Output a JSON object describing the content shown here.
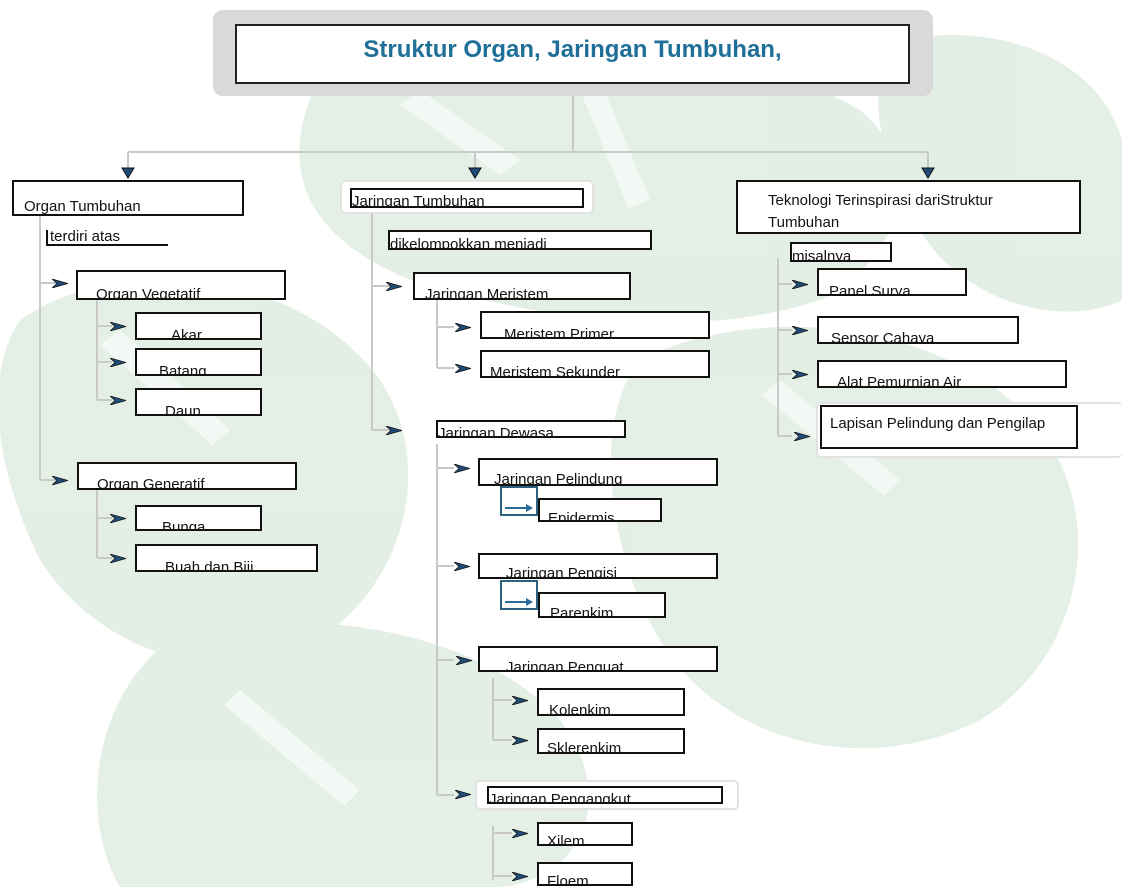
{
  "title": "Struktur Organ, Jaringan Tumbuhan,",
  "colors": {
    "title": "#1f6f98",
    "arrow_fill": "#1f4d7a",
    "leaf": "#2e8b3a",
    "connector": "#c9c9c9"
  },
  "icons": {
    "bullet": "right-arrowhead-icon",
    "branch": "down-triangle-icon",
    "link": "right-arrow-icon"
  },
  "organ": {
    "head": "Organ Tumbuhan",
    "sub": "terdiri atas",
    "vegetatif": {
      "label": "Organ Vegetatif",
      "items": [
        "Akar",
        "Batang",
        "Daun"
      ]
    },
    "generatif": {
      "label": "Organ Generatif",
      "items": [
        "Bunga",
        "Buah dan Biji"
      ]
    }
  },
  "jaringan": {
    "head": "Jaringan  Tumbuhan",
    "sub": "dikelompokkan menjadi",
    "meristem": {
      "label": "Jaringan Meristem",
      "items": [
        "Meristem Primer",
        "Meristem Sekunder"
      ]
    },
    "dewasa": {
      "label": "Jaringan Dewasa",
      "pelindung": {
        "label": "Jaringan Pelindung",
        "items": [
          "Epidermis"
        ]
      },
      "pengisi": {
        "label": "Jaringan Pengisi",
        "items": [
          "Parenkim"
        ]
      },
      "penguat": {
        "label": "Jaringan Penguat",
        "items": [
          "Kolenkim",
          "Sklerenkim"
        ]
      },
      "pengangkut": {
        "label": "Jaringan Pengangkut",
        "items": [
          "Xilem",
          "Floem"
        ]
      }
    }
  },
  "teknologi": {
    "head": "Teknologi Terinspirasi dariStruktur Tumbuhan",
    "sub": "misalnya",
    "items": [
      "Panel Surya",
      "Sensor Cahaya",
      "Alat Pemurnian Air",
      "Lapisan Pelindung dan Pengilap"
    ]
  }
}
